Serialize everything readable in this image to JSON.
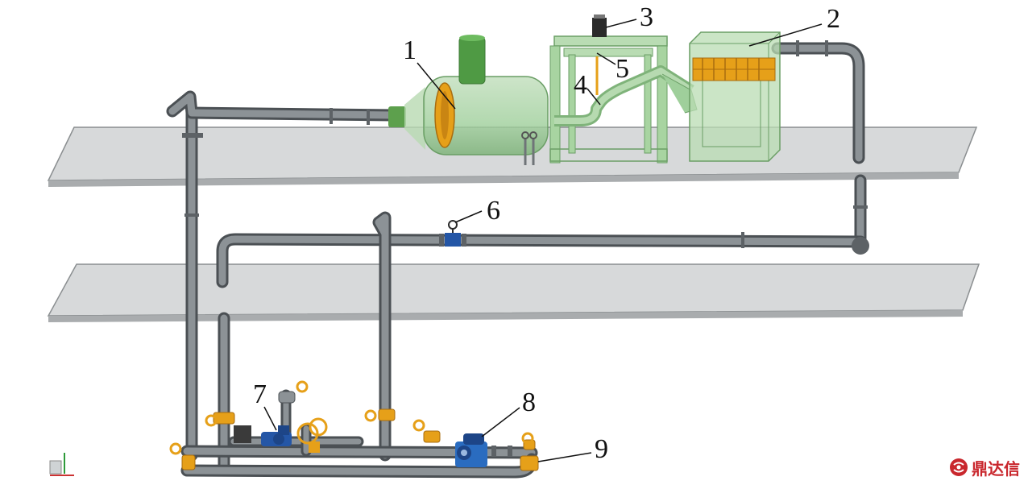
{
  "labels": {
    "l1": "1",
    "l2": "2",
    "l3": "3",
    "l4": "4",
    "l5": "5",
    "l6": "6",
    "l7": "7",
    "l8": "8",
    "l9": "9"
  },
  "watermark": {
    "text": "鼎达信",
    "icon": "brand-seal-logo",
    "color": "#c9272d"
  },
  "colors": {
    "pipe": "#6f7478",
    "platform": "#d7d9da",
    "equipment_green": "#9fcf9b",
    "tank_top": "#4f9a44",
    "orange": "#e6a019",
    "pump_blue": "#2456a6"
  }
}
